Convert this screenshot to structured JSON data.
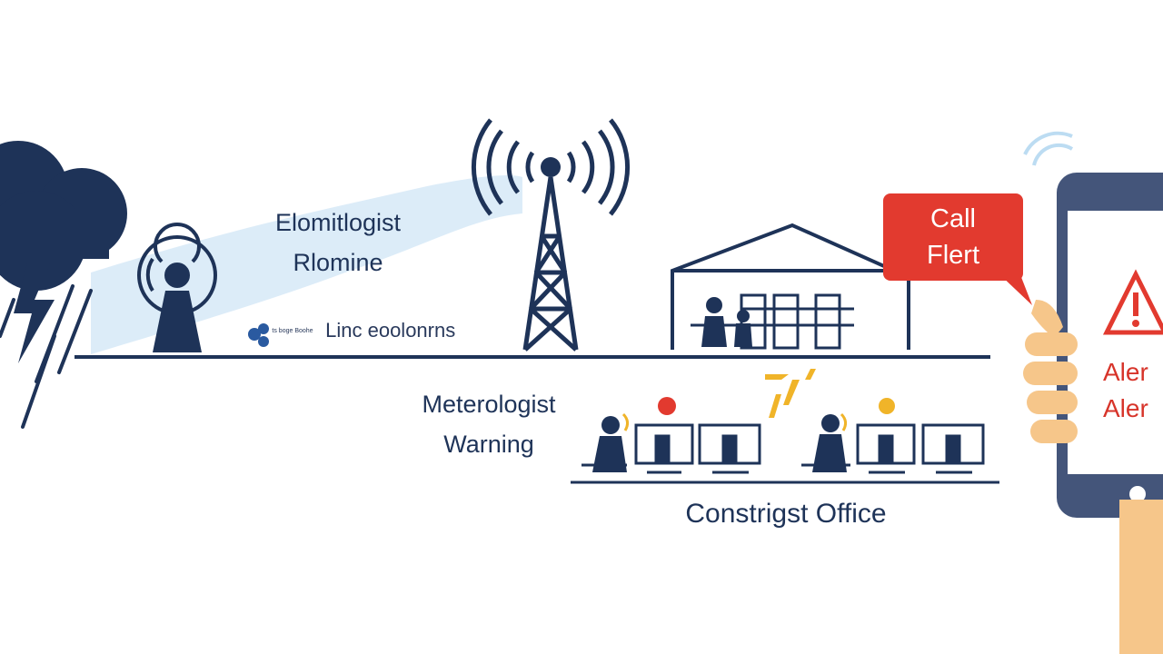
{
  "diagram": {
    "station_label": [
      "Elomitlogist",
      "Rlomine"
    ],
    "small_label": "Linc eoolonrns",
    "small_caption": "ts boge Boohe",
    "warning_label": [
      "Meterologist",
      "Warning"
    ],
    "office_label": "Constrigst Office",
    "alert_bubble": [
      "Call",
      "Flert"
    ],
    "phone_alert": [
      "Aler",
      "Aler"
    ]
  },
  "colors": {
    "navy": "#1e3358",
    "sky_blue": "#bcdcf2",
    "alert_red": "#e23a2f",
    "hand": "#f6c68a",
    "accent_yellow": "#f0b429"
  },
  "icons": [
    "storm-cloud-icon",
    "lightning-icon",
    "radar-antenna-icon",
    "radio-tower-icon",
    "building-icon",
    "person-icon",
    "monitor-icon",
    "smartphone-icon",
    "warning-triangle-icon",
    "hand-icon"
  ]
}
